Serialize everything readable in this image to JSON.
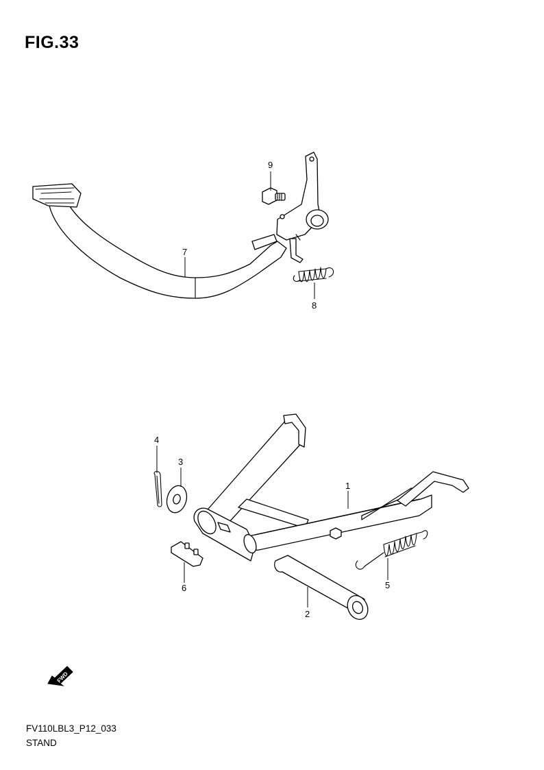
{
  "figure_title": "FIG.33",
  "callouts": [
    {
      "id": "1",
      "label": "1"
    },
    {
      "id": "2",
      "label": "2"
    },
    {
      "id": "3",
      "label": "3"
    },
    {
      "id": "4",
      "label": "4"
    },
    {
      "id": "5",
      "label": "5"
    },
    {
      "id": "6",
      "label": "6"
    },
    {
      "id": "7",
      "label": "7"
    },
    {
      "id": "8",
      "label": "8"
    },
    {
      "id": "9",
      "label": "9"
    }
  ],
  "fwd_label": "FWD",
  "footer": {
    "code": "FV110LBL3_P12_033",
    "name": "STAND"
  }
}
